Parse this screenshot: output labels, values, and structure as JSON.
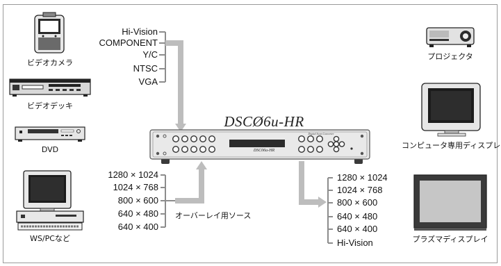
{
  "product": {
    "name": "DSCØ6u-HR",
    "panel_brand": "Digital Scan Converter",
    "panel_model": "DSC06u-HR"
  },
  "inputs": [
    "Hi-Vision",
    "COMPONENT",
    "Y/C",
    "NTSC",
    "VGA"
  ],
  "pc_resolutions": [
    "1280 × 1024",
    "1024 × 768",
    "800 × 600",
    "640 × 480",
    "640 × 400"
  ],
  "overlay_label": "オーバーレイ用ソース",
  "outputs": [
    "1280 × 1024",
    "1024 × 768",
    "800 × 600",
    "640 × 480",
    "640 × 400",
    "Hi-Vision"
  ],
  "source_devices": [
    "ビデオカメラ",
    "ビデオデッキ",
    "DVD",
    "WS/PCなど"
  ],
  "output_devices": [
    "プロジェクタ",
    "コンピュータ専用ディスプレイ",
    "プラズマディスプレイ"
  ],
  "colors": {
    "arrow": "#bdbdbd",
    "bracket": "#8c8c8c",
    "frame": "#9a9a9a",
    "text": "#111111"
  }
}
